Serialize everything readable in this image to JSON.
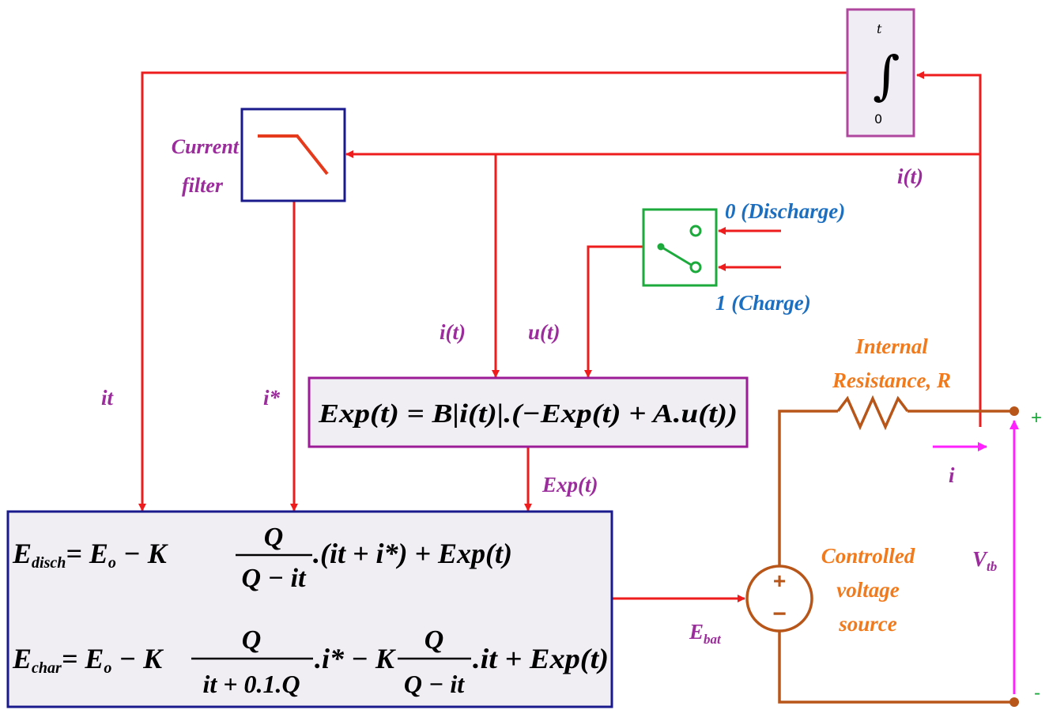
{
  "blocks": {
    "integrator": {
      "upper_limit": "t",
      "symbol": "∫",
      "lower_limit": "0"
    },
    "current_filter": {
      "label_line1": "Current",
      "label_line2": "filter"
    },
    "exp_block": {
      "equation": "Exp(t) = B|i(t)|.(−Exp(t) + A.u(t))"
    },
    "main_block": {
      "discharge": {
        "lhs": "E",
        "lhs_sub": "disch",
        "rhs_a": "= E",
        "rhs_a_sub": "o",
        "rhs_b": " − K",
        "frac_num": "Q",
        "frac_den": "Q − it",
        "rhs_c": ".(it + i*) + Exp(t)"
      },
      "charge": {
        "lhs": "E",
        "lhs_sub": "char",
        "rhs_a": "= E",
        "rhs_a_sub": "o",
        "rhs_b": " − K",
        "frac1_num": "Q",
        "frac1_den": "it + 0.1.Q",
        "rhs_c": ".i* − K",
        "frac2_num": "Q",
        "frac2_den": "Q − it",
        "rhs_d": ".it + Exp(t)"
      }
    },
    "switch": {
      "pos0": "0 (Discharge)",
      "pos1": "1 (Charge)"
    }
  },
  "signals": {
    "it": "it",
    "istar": "i*",
    "i_t_top": "i(t)",
    "i_t_mid": "i(t)",
    "u_t": "u(t)",
    "exp_t": "Exp(t)",
    "e_bat": "E",
    "e_bat_sub": "bat"
  },
  "circuit": {
    "resistance_line1": "Internal",
    "resistance_line2": "Resistance, R",
    "source_line1": "Controlled",
    "source_line2": "voltage",
    "source_line3": "source",
    "current": "i",
    "vtb": "V",
    "vtb_sub": "tb",
    "plus_terminal": "+",
    "minus_terminal": "-",
    "source_plus": "+",
    "source_minus": "−"
  },
  "colors": {
    "signal": "#ee1c1c",
    "circuit": "#b8561a",
    "integrator_border": "#b0479f",
    "filter_border": "#1a1a8c",
    "switch_border": "#1caa3c",
    "label_purple": "#9b2c9b",
    "label_blue": "#1c6fc0",
    "label_orange": "#f07a1c",
    "magenta": "#ff22ff"
  }
}
